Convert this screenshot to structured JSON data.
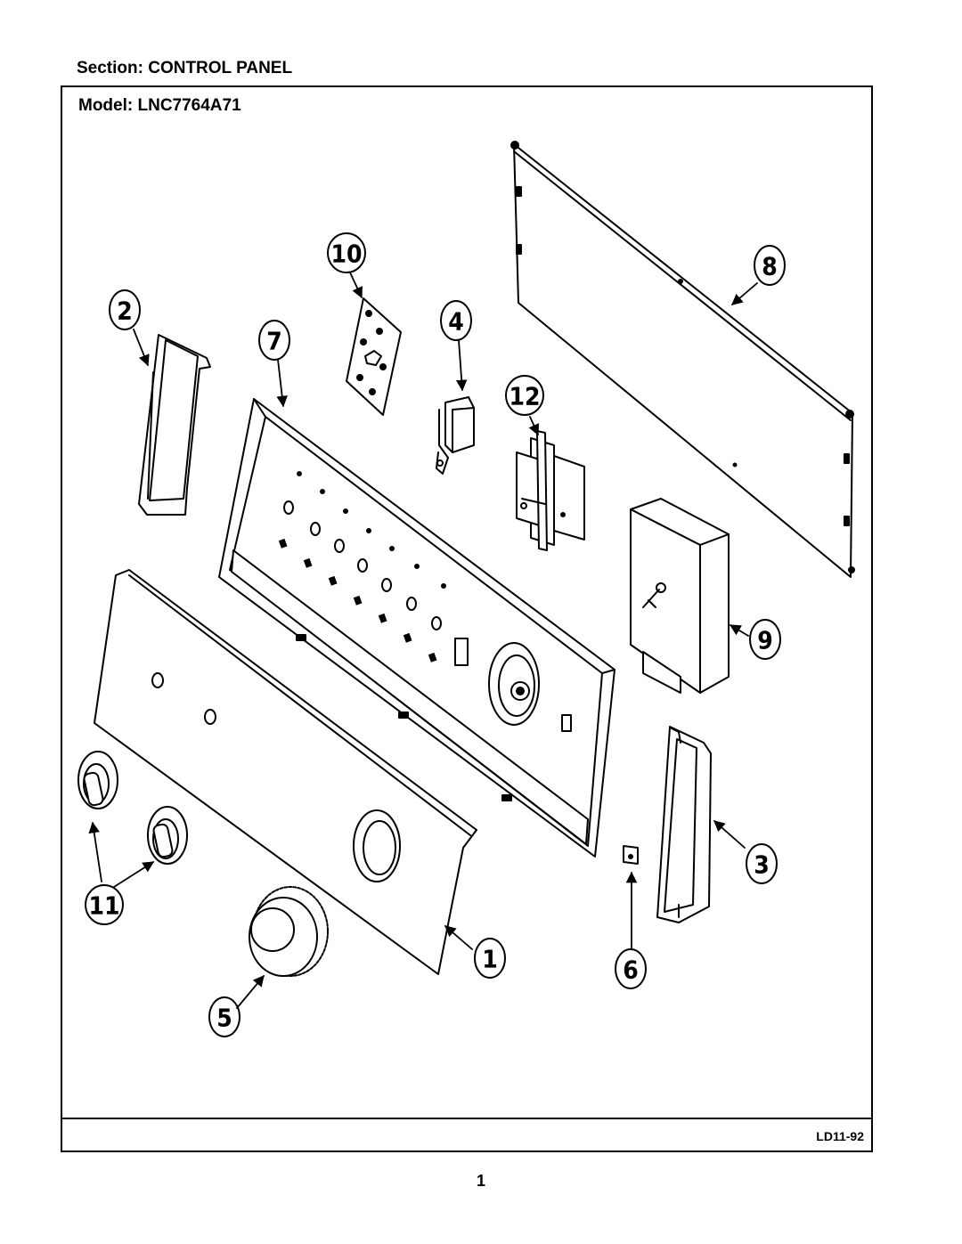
{
  "header": {
    "section": "Section:  CONTROL PANEL",
    "model": "Model:  LNC7764A71"
  },
  "footer": {
    "code": "LD11-92",
    "page": "1"
  },
  "callouts": {
    "c1": "1",
    "c2": "2",
    "c3": "3",
    "c4": "4",
    "c5": "5",
    "c6": "6",
    "c7": "7",
    "c8": "8",
    "c9": "9",
    "c10": "10",
    "c11": "11",
    "c12": "12"
  }
}
